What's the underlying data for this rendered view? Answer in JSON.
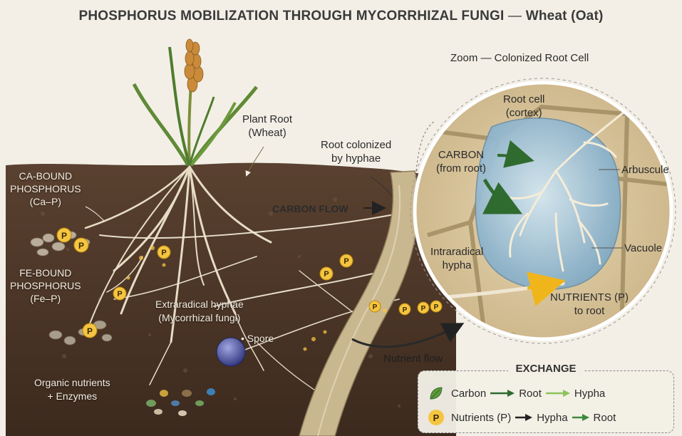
{
  "title": {
    "main": "PHOSPHORUS MOBILIZATION THROUGH MYCORRHIZAL FUNGI",
    "dash": " — ",
    "crop": "Wheat (Oat)"
  },
  "labels": {
    "zoom": "Zoom — Colonized Root Cell",
    "plant_root_1": "Plant Root",
    "plant_root_2": "(Wheat)",
    "root_colonized_1": "Root colonized",
    "root_colonized_2": "by hyphae",
    "carbon_flow": "CARBON FLOW",
    "ca_bound_1": "CA-BOUND",
    "ca_bound_2": "PHOSPHORUS",
    "ca_bound_3": "(Ca–P)",
    "fe_bound_1": "FE-BOUND",
    "fe_bound_2": "PHOSPHORUS",
    "fe_bound_3": "(Fe–P)",
    "extraradical_1": "Extraradical hyphae",
    "extraradical_2": "(Mycorrhizal fungi)",
    "spore": "• Spore",
    "organic_1": "Organic nutrients",
    "organic_2": "+ Enzymes",
    "nutrient_flow": "Nutrient flow",
    "root_cell_1": "Root cell",
    "root_cell_2": "(cortex)",
    "carbon_1": "CARBON",
    "carbon_2": "(from root)",
    "arbuscule": "Arbuscule",
    "intraradical_1": "Intraradical",
    "intraradical_2": "hypha",
    "vacuole": "Vacuole",
    "nutrients_1": "NUTRIENTS (P)",
    "nutrients_2": "to root",
    "p_badge": "P"
  },
  "legend": {
    "title": "EXCHANGE",
    "row1": {
      "from": "Carbon",
      "mid": "Root",
      "to": "Hypha"
    },
    "row2": {
      "badge": "P",
      "from": "Nutrients (P)",
      "mid": "Hypha",
      "to": "Root"
    }
  },
  "colors": {
    "soil": "#4a3526",
    "soil_light": "#6b4e37",
    "hyphae": "#ece2cc",
    "phosphorus": "#f5c542",
    "carbon_arrow": "#2f6b2f",
    "nutrient_arrow": "#f1b51c",
    "vacuole": "#9cc3d9",
    "cell_wall": "#c8b58a"
  }
}
